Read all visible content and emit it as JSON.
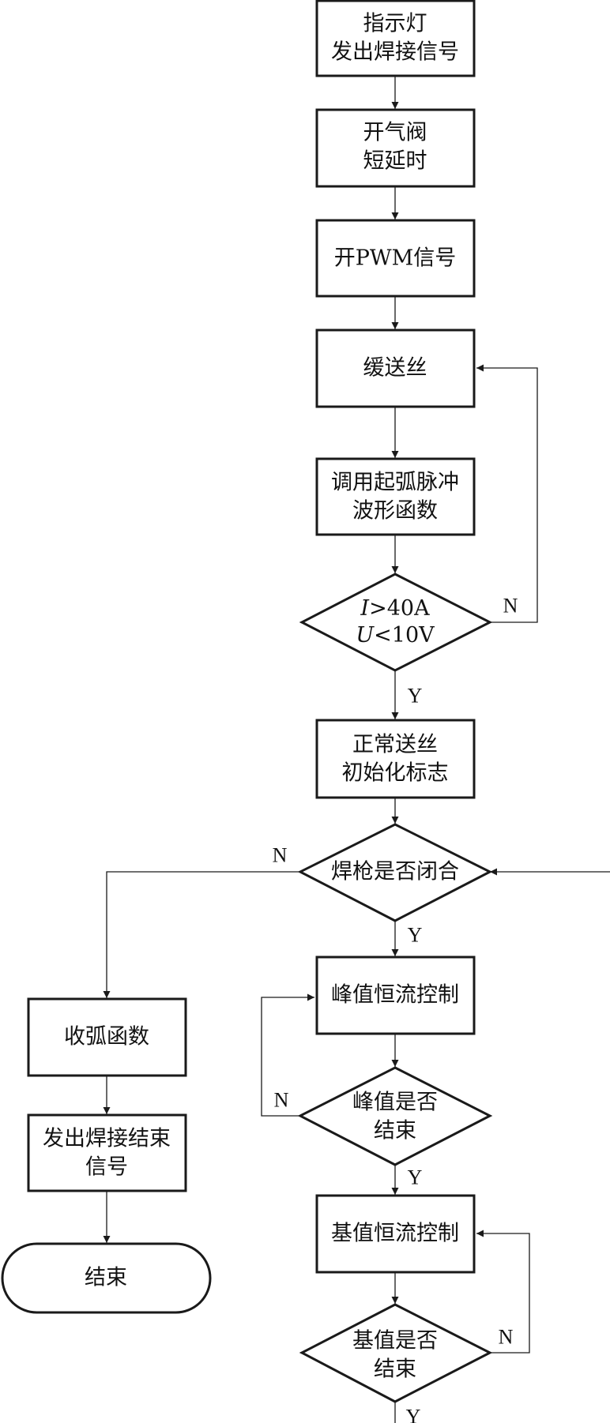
{
  "nodes": {
    "indicator": {
      "line1": "指示灯",
      "line2": "发出焊接信号"
    },
    "gas_valve": {
      "line1": "开气阀",
      "line2": "短延时"
    },
    "pwm": {
      "label": "开PWM信号"
    },
    "slow_feed": {
      "label": "缓送丝"
    },
    "arc_pulse": {
      "line1": "调用起弧脉冲",
      "line2": "波形函数"
    },
    "check_arc": {
      "i_var": "I",
      "i_rest": ">40A",
      "u_var": "U",
      "u_rest": "<10V"
    },
    "normal_feed": {
      "line1": "正常送丝",
      "line2": "初始化标志"
    },
    "torch_closed": {
      "label": "焊枪是否闭合"
    },
    "arc_end_func": {
      "label": "收弧函数"
    },
    "weld_end_signal": {
      "line1": "发出焊接结束",
      "line2": "信号"
    },
    "end": {
      "label": "结束"
    },
    "peak_control": {
      "label": "峰值恒流控制"
    },
    "peak_done": {
      "line1": "峰值是否",
      "line2": "结束"
    },
    "base_control": {
      "label": "基值恒流控制"
    },
    "base_done": {
      "line1": "基值是否",
      "line2": "结束"
    }
  },
  "branch_labels": {
    "yes": "Y",
    "no": "N"
  }
}
